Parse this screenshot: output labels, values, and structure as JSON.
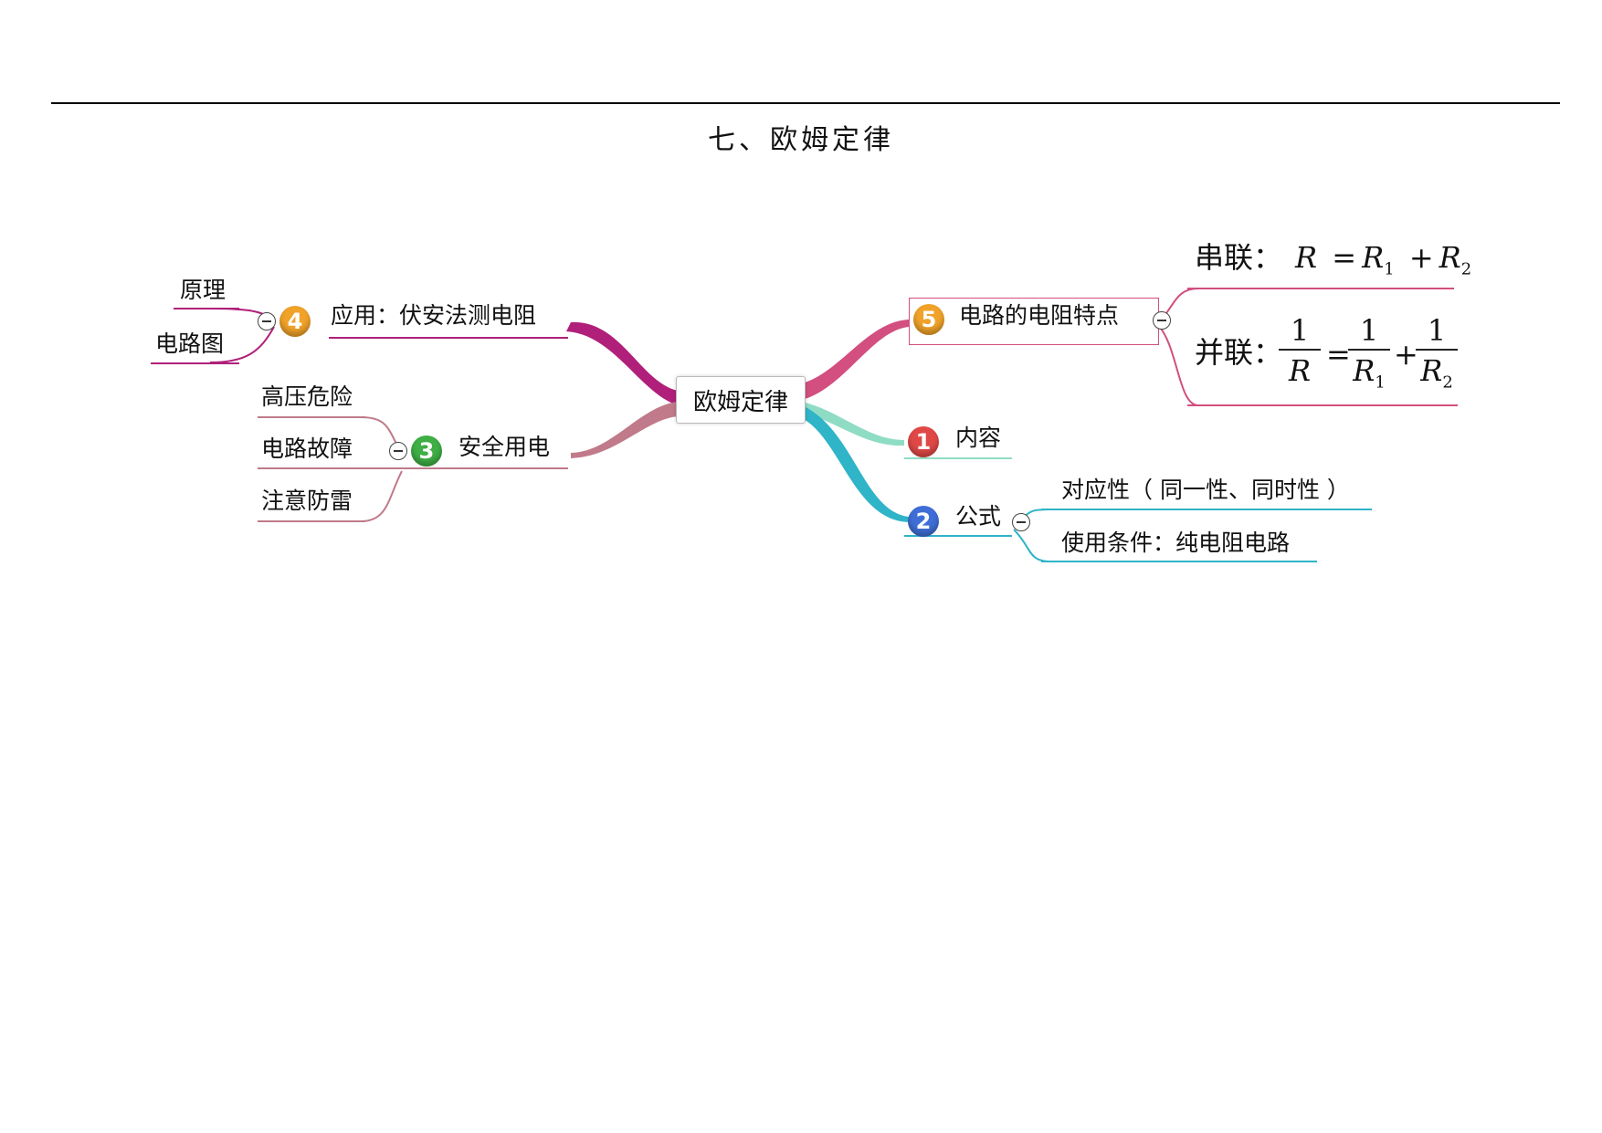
{
  "page": {
    "title": "七、欧姆定律"
  },
  "mindmap": {
    "center": "欧姆定律",
    "branches": {
      "b1": {
        "number": "1",
        "label": "内容",
        "color": "#e04848"
      },
      "b2": {
        "number": "2",
        "label": "公式",
        "color": "#3f6fd6",
        "children": [
          "对应性（ 同一性、同时性 ）",
          "使用条件：纯电阻电路"
        ]
      },
      "b3": {
        "number": "3",
        "label": "安全用电",
        "color": "#3fae45",
        "children": [
          "高压危险",
          "电路故障",
          "注意防雷"
        ]
      },
      "b4": {
        "number": "4",
        "label": "应用：伏安法测电阻",
        "color": "#f0a229",
        "children": [
          "原理",
          "电路图"
        ]
      },
      "b5": {
        "number": "5",
        "label": "电路的电阻特点",
        "color": "#f0a229",
        "series": {
          "label": "串联：",
          "R": "R",
          "eq": "=",
          "R1": "R",
          "s1": "1",
          "plus": "+",
          "R2": "R",
          "s2": "2"
        },
        "parallel": {
          "label": "并联：",
          "one": "1",
          "R": "R",
          "eq": "=",
          "R1": "R",
          "s1": "1",
          "plus": "+",
          "R2": "R",
          "s2": "2"
        }
      }
    }
  },
  "colors": {
    "magenta": "#b0207a",
    "pink": "#d24f7f",
    "rose": "#c07a8a",
    "teal": "#2fb4c8",
    "mint": "#8fdcc4"
  }
}
